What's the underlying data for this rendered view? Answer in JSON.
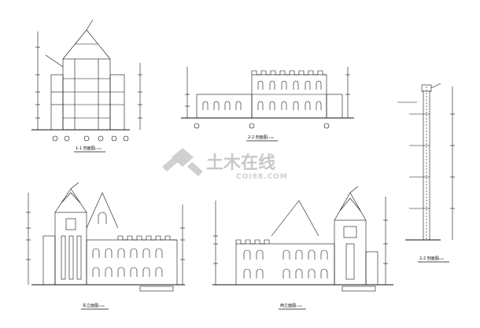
{
  "drawings": [
    {
      "id": "section-1-1",
      "title": "1-1 剖面图",
      "scale": "1:100"
    },
    {
      "id": "section-2-2",
      "title": "2-2 剖面图",
      "scale": "1:100"
    },
    {
      "id": "section-wall",
      "title": "2-2 剖面图",
      "scale": "1:20"
    },
    {
      "id": "east-elevation",
      "title": "东立面图",
      "scale": "1:100"
    },
    {
      "id": "west-elevation",
      "title": "西立面图",
      "scale": "1:100"
    }
  ],
  "watermark": {
    "brand_cn": "土木在线",
    "brand_en": "COI88.COM"
  },
  "colors": {
    "line": "#111111",
    "watermark": "#c8c8c8"
  }
}
